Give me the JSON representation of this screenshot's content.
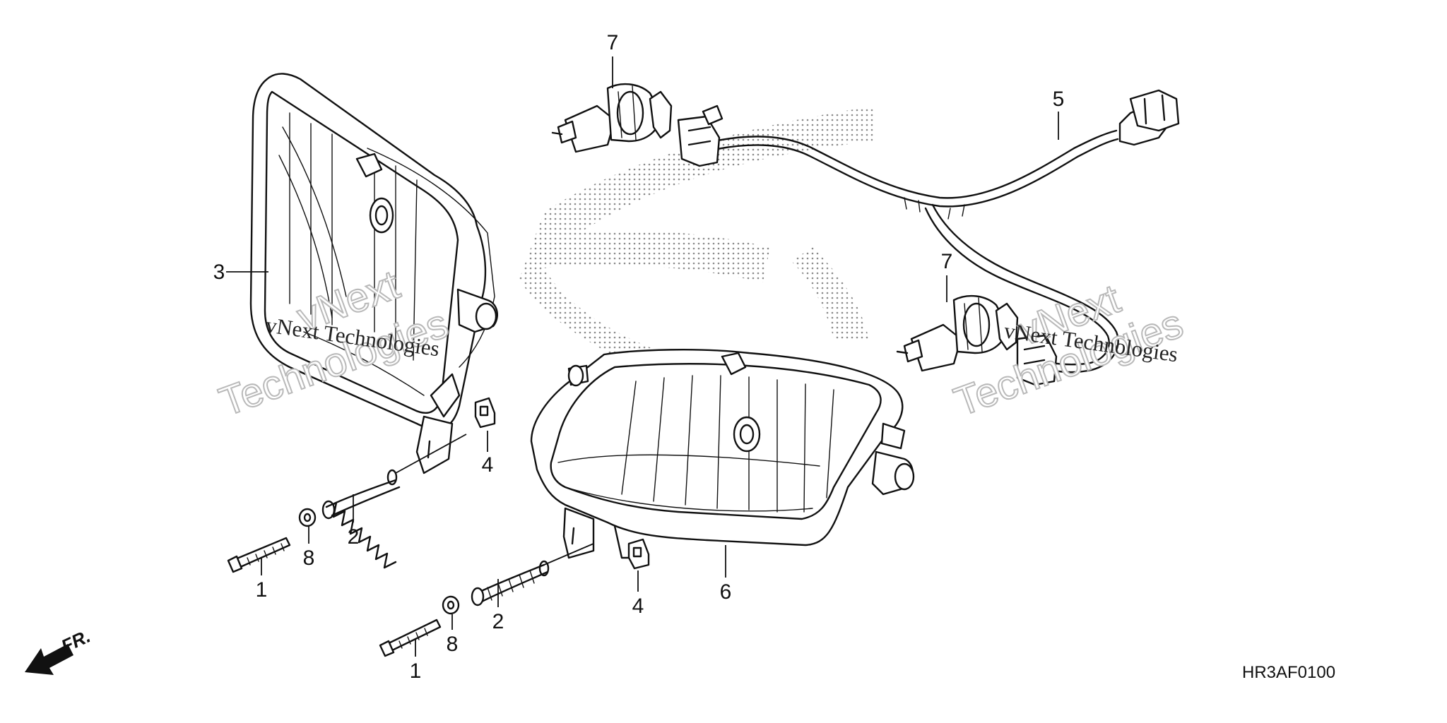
{
  "diagram": {
    "code": "HR3AF0100",
    "front_label": "FR.",
    "watermark": {
      "line1": "vNext Technologies",
      "big_line1": "vNext",
      "big_line2": "Technologies"
    },
    "callouts": [
      {
        "id": "c1a",
        "label": "1"
      },
      {
        "id": "c1b",
        "label": "1"
      },
      {
        "id": "c2a",
        "label": "2"
      },
      {
        "id": "c2b",
        "label": "2"
      },
      {
        "id": "c3",
        "label": "3"
      },
      {
        "id": "c4a",
        "label": "4"
      },
      {
        "id": "c4b",
        "label": "4"
      },
      {
        "id": "c5",
        "label": "5"
      },
      {
        "id": "c6",
        "label": "6"
      },
      {
        "id": "c7a",
        "label": "7"
      },
      {
        "id": "c7b",
        "label": "7"
      },
      {
        "id": "c8a",
        "label": "8"
      },
      {
        "id": "c8b",
        "label": "8"
      }
    ]
  }
}
